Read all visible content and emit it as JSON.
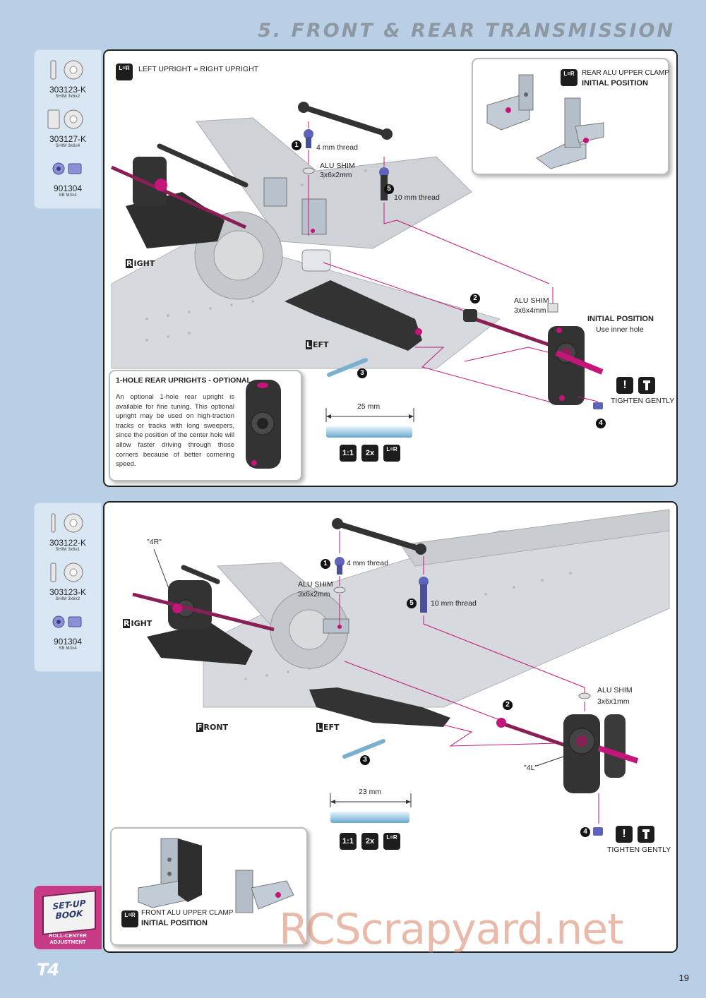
{
  "page": {
    "title": "5. FRONT & REAR TRANSMISSION",
    "page_number": "19",
    "footer_logo": "T4",
    "watermark": "RCScrapyard.net"
  },
  "colors": {
    "page_bg": "#b9cfe6",
    "sidebar_bg": "#d9e6f3",
    "accent_magenta": "#c4157a",
    "setup_pink": "#c93a86"
  },
  "top_sidebar": {
    "parts": [
      {
        "code": "303123-K",
        "desc": "SHIM 3x6x2",
        "icon": "washer-icon"
      },
      {
        "code": "303127-K",
        "desc": "SHIM 3x6x4",
        "icon": "washer-icon"
      },
      {
        "code": "901304",
        "desc": "SB M3x4",
        "icon": "set-screw-icon"
      }
    ]
  },
  "top_panel": {
    "symmetry_label": "LEFT UPRIGHT = RIGHT UPRIGHT",
    "label_4mm": "4 mm thread",
    "alu_shim_1": "ALU SHIM",
    "alu_shim_1_size": "3x6x2mm",
    "label_10mm": "10 mm thread",
    "alu_shim_2": "ALU SHIM",
    "alu_shim_2_size": "3x6x4mm",
    "initial_position": "INITIAL POSITION",
    "use_inner_hole": "Use inner hole",
    "tighten": "TIGHTEN GENTLY",
    "right_word": "IGHT",
    "right_initial": "R",
    "left_word": "EFT",
    "left_initial": "L",
    "rod_length": "25 mm",
    "badge_scale": "1:1",
    "badge_qty": "2x",
    "badge_lr": "L=R",
    "step_numbers": [
      "1",
      "2",
      "3",
      "4",
      "5"
    ],
    "clamp_callout": {
      "title": "REAR ALU UPPER CLAMP",
      "subtitle": "INITIAL POSITION"
    },
    "optional_callout": {
      "title": "1-HOLE REAR UPRIGHTS - OPTIONAL",
      "text": "An optional 1-hole rear upright is available for fine tuning. This optional upright may be used on high-traction tracks or tracks with long sweepers, since the position of the center hole will allow faster driving through those corners because of better cornering speed."
    }
  },
  "bottom_sidebar": {
    "parts": [
      {
        "code": "303122-K",
        "desc": "SHIM 3x6x1",
        "icon": "washer-icon"
      },
      {
        "code": "303123-K",
        "desc": "SHIM 3x6x2",
        "icon": "washer-icon"
      },
      {
        "code": "901304",
        "desc": "SB M3x4",
        "icon": "set-screw-icon"
      }
    ]
  },
  "bottom_panel": {
    "tag_4r": "\"4R\"",
    "tag_4l": "\"4L\"",
    "label_4mm": "4 mm thread",
    "alu_shim_1": "ALU SHIM",
    "alu_shim_1_size": "3x6x2mm",
    "label_10mm": "10 mm thread",
    "alu_shim_2": "ALU SHIM",
    "alu_shim_2_size": "3x6x1mm",
    "tighten": "TIGHTEN GENTLY",
    "right_word": "IGHT",
    "right_initial": "R",
    "left_word": "EFT",
    "left_initial": "L",
    "front_word": "RONT",
    "front_initial": "F",
    "rod_length": "23 mm",
    "badge_scale": "1:1",
    "badge_qty": "2x",
    "badge_lr": "L=R",
    "step_numbers": [
      "1",
      "2",
      "3",
      "4",
      "5"
    ],
    "clamp_callout": {
      "title": "FRONT ALU UPPER CLAMP",
      "subtitle": "INITIAL POSITION"
    }
  },
  "setup_book": {
    "label_1": "SET-UP",
    "label_2": "BOOK",
    "caption": "ROLL-CENTER ADJUSTMENT"
  }
}
